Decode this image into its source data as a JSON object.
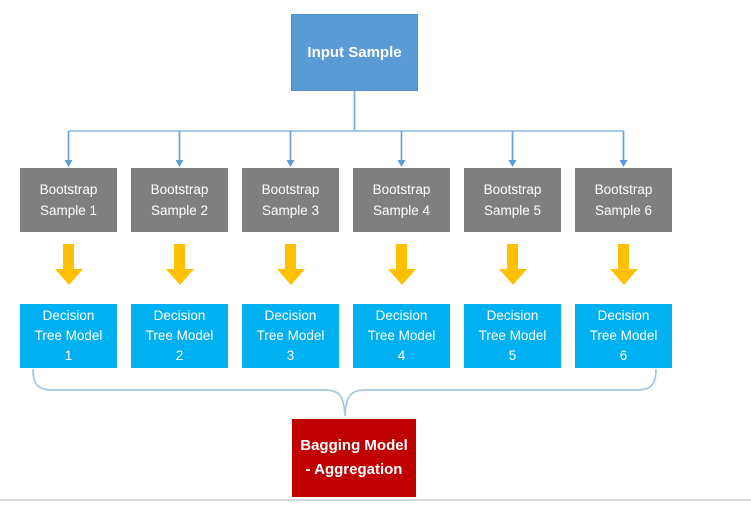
{
  "input_box": {
    "label": "Input Sample"
  },
  "bootstrap_boxes": [
    {
      "line1": "Bootstrap",
      "line2": "Sample 1"
    },
    {
      "line1": "Bootstrap",
      "line2": "Sample 2"
    },
    {
      "line1": "Bootstrap",
      "line2": "Sample 3"
    },
    {
      "line1": "Bootstrap",
      "line2": "Sample 4"
    },
    {
      "line1": "Bootstrap",
      "line2": "Sample 5"
    },
    {
      "line1": "Bootstrap",
      "line2": "Sample 6"
    }
  ],
  "decision_boxes": [
    {
      "line1": "Decision",
      "line2": "Tree Model",
      "line3": "1"
    },
    {
      "line1": "Decision",
      "line2": "Tree Model",
      "line3": "2"
    },
    {
      "line1": "Decision",
      "line2": "Tree Model",
      "line3": "3"
    },
    {
      "line1": "Decision",
      "line2": "Tree Model",
      "line3": "4"
    },
    {
      "line1": "Decision",
      "line2": "Tree Model",
      "line3": "5"
    },
    {
      "line1": "Decision",
      "line2": "Tree Model",
      "line3": "6"
    }
  ],
  "aggregation_box": {
    "line1": "Bagging Model",
    "line2": "- Aggregation"
  },
  "icons": {
    "block_down_arrow": "solid gold block arrow pointing down",
    "connector_arrowhead": "small blue triangle arrowhead pointing down",
    "curly_brace": "downward curly brace gathering six boxes"
  },
  "colors": {
    "input_blue": "#5B9BD5",
    "bootstrap_gray": "#7F7F7F",
    "decision_cyan": "#00B0F0",
    "arrow_gold": "#FFC000",
    "aggregation_red": "#C00000",
    "connector_line_blue": "#9DC3E6",
    "connector_arrow_blue": "#5B9BD5",
    "brace_blue": "#A9C4E1",
    "bottom_rule_gray": "#D4DAE0"
  }
}
